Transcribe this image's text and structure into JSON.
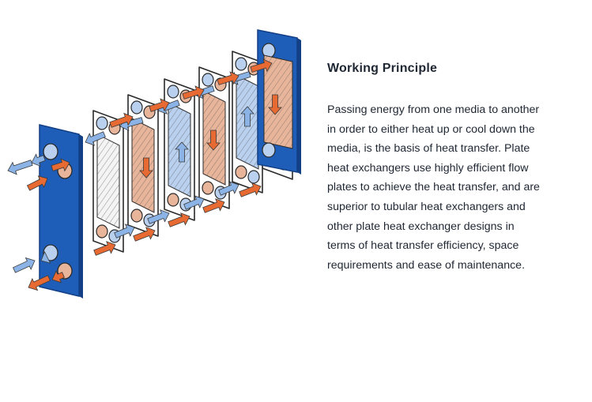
{
  "section": {
    "title": "Working Principle",
    "body": "Passing energy from one media to another\nin order to either heat up or cool down the\nmedia, is the basis of heat transfer. Plate\nheat  exchangers use highly efficient flow\nplates to achieve the heat transfer, and are\nsuperior to tubular heat exchangers and\nother plate heat exchanger designs in\nterms of heat transfer efficiency, space\nrequirements and ease of maintenance."
  },
  "diagram": {
    "colors": {
      "frame": "#1f5eb8",
      "frame_edge": "#123f85",
      "hot": "#e86a33",
      "cold": "#8bb3e6",
      "plate_hot": "#e8b59a",
      "plate_cold": "#b9d0ef",
      "plate_neutral": "#f4f4f4",
      "outline": "#2a2a2a"
    },
    "plate_sequence": [
      "neutral",
      "hot",
      "cold",
      "hot",
      "cold",
      "hot"
    ],
    "icons": [
      "hot-flow-arrow-icon",
      "cold-flow-arrow-icon"
    ]
  }
}
